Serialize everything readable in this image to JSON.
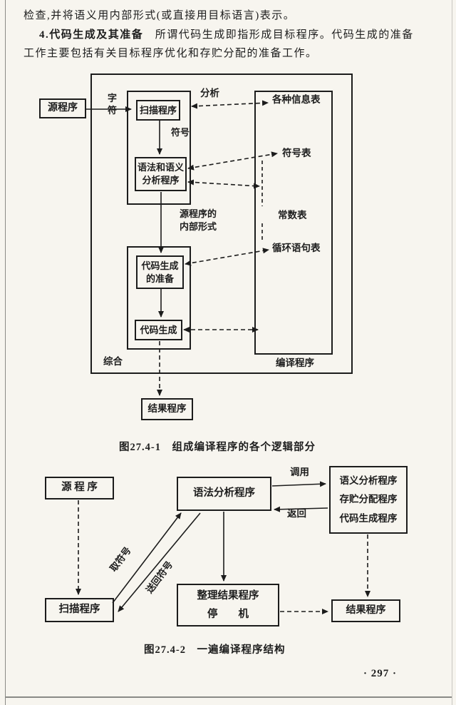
{
  "page": {
    "para1": "检查,并将语义用内部形式(或直接用目标语言)表示。",
    "para2_head": "4.代码生成及其准备",
    "para2_rest": "　所谓代码生成即指形成目标程序。代码生成的准备",
    "para3": "工作主要包括有关目标程序优化和存贮分配的准备工作。",
    "page_number": "· 297 ·"
  },
  "fig1": {
    "caption": "图27.4-1　组成编译程序的各个逻辑部分",
    "source_box": "源程序",
    "scanner_box": "扫描程序",
    "syntax_box": "语法和语义\n分析程序",
    "codegen_prep_box": "代码生成\n的准备",
    "codegen_box": "代码生成",
    "result_box": "结果程序",
    "label_chars": "字\n符",
    "label_analysis": "分析",
    "label_symbol": "符号",
    "label_internal": "源程序的\n内部形式",
    "label_synthesis": "综合",
    "label_compiler": "编译程序",
    "table_info": "各种信息表",
    "table_symbol": "符号表",
    "table_const": "常数表",
    "table_loop": "循环语句表"
  },
  "fig2": {
    "caption": "图27.4-2　一遍编译程序结构",
    "source_box": "源 程 序",
    "parser_box": "语法分析程序",
    "programs_box": "语义分析程序\n存贮分配程序\n代码生成程序",
    "scanner_box": "扫描程序",
    "finish_box": "整理结果程序\n停　　机",
    "result_box": "结果程序",
    "label_call": "调用",
    "label_return": "返回",
    "label_get_symbol": "取符号",
    "label_send_back": "送回符号"
  }
}
